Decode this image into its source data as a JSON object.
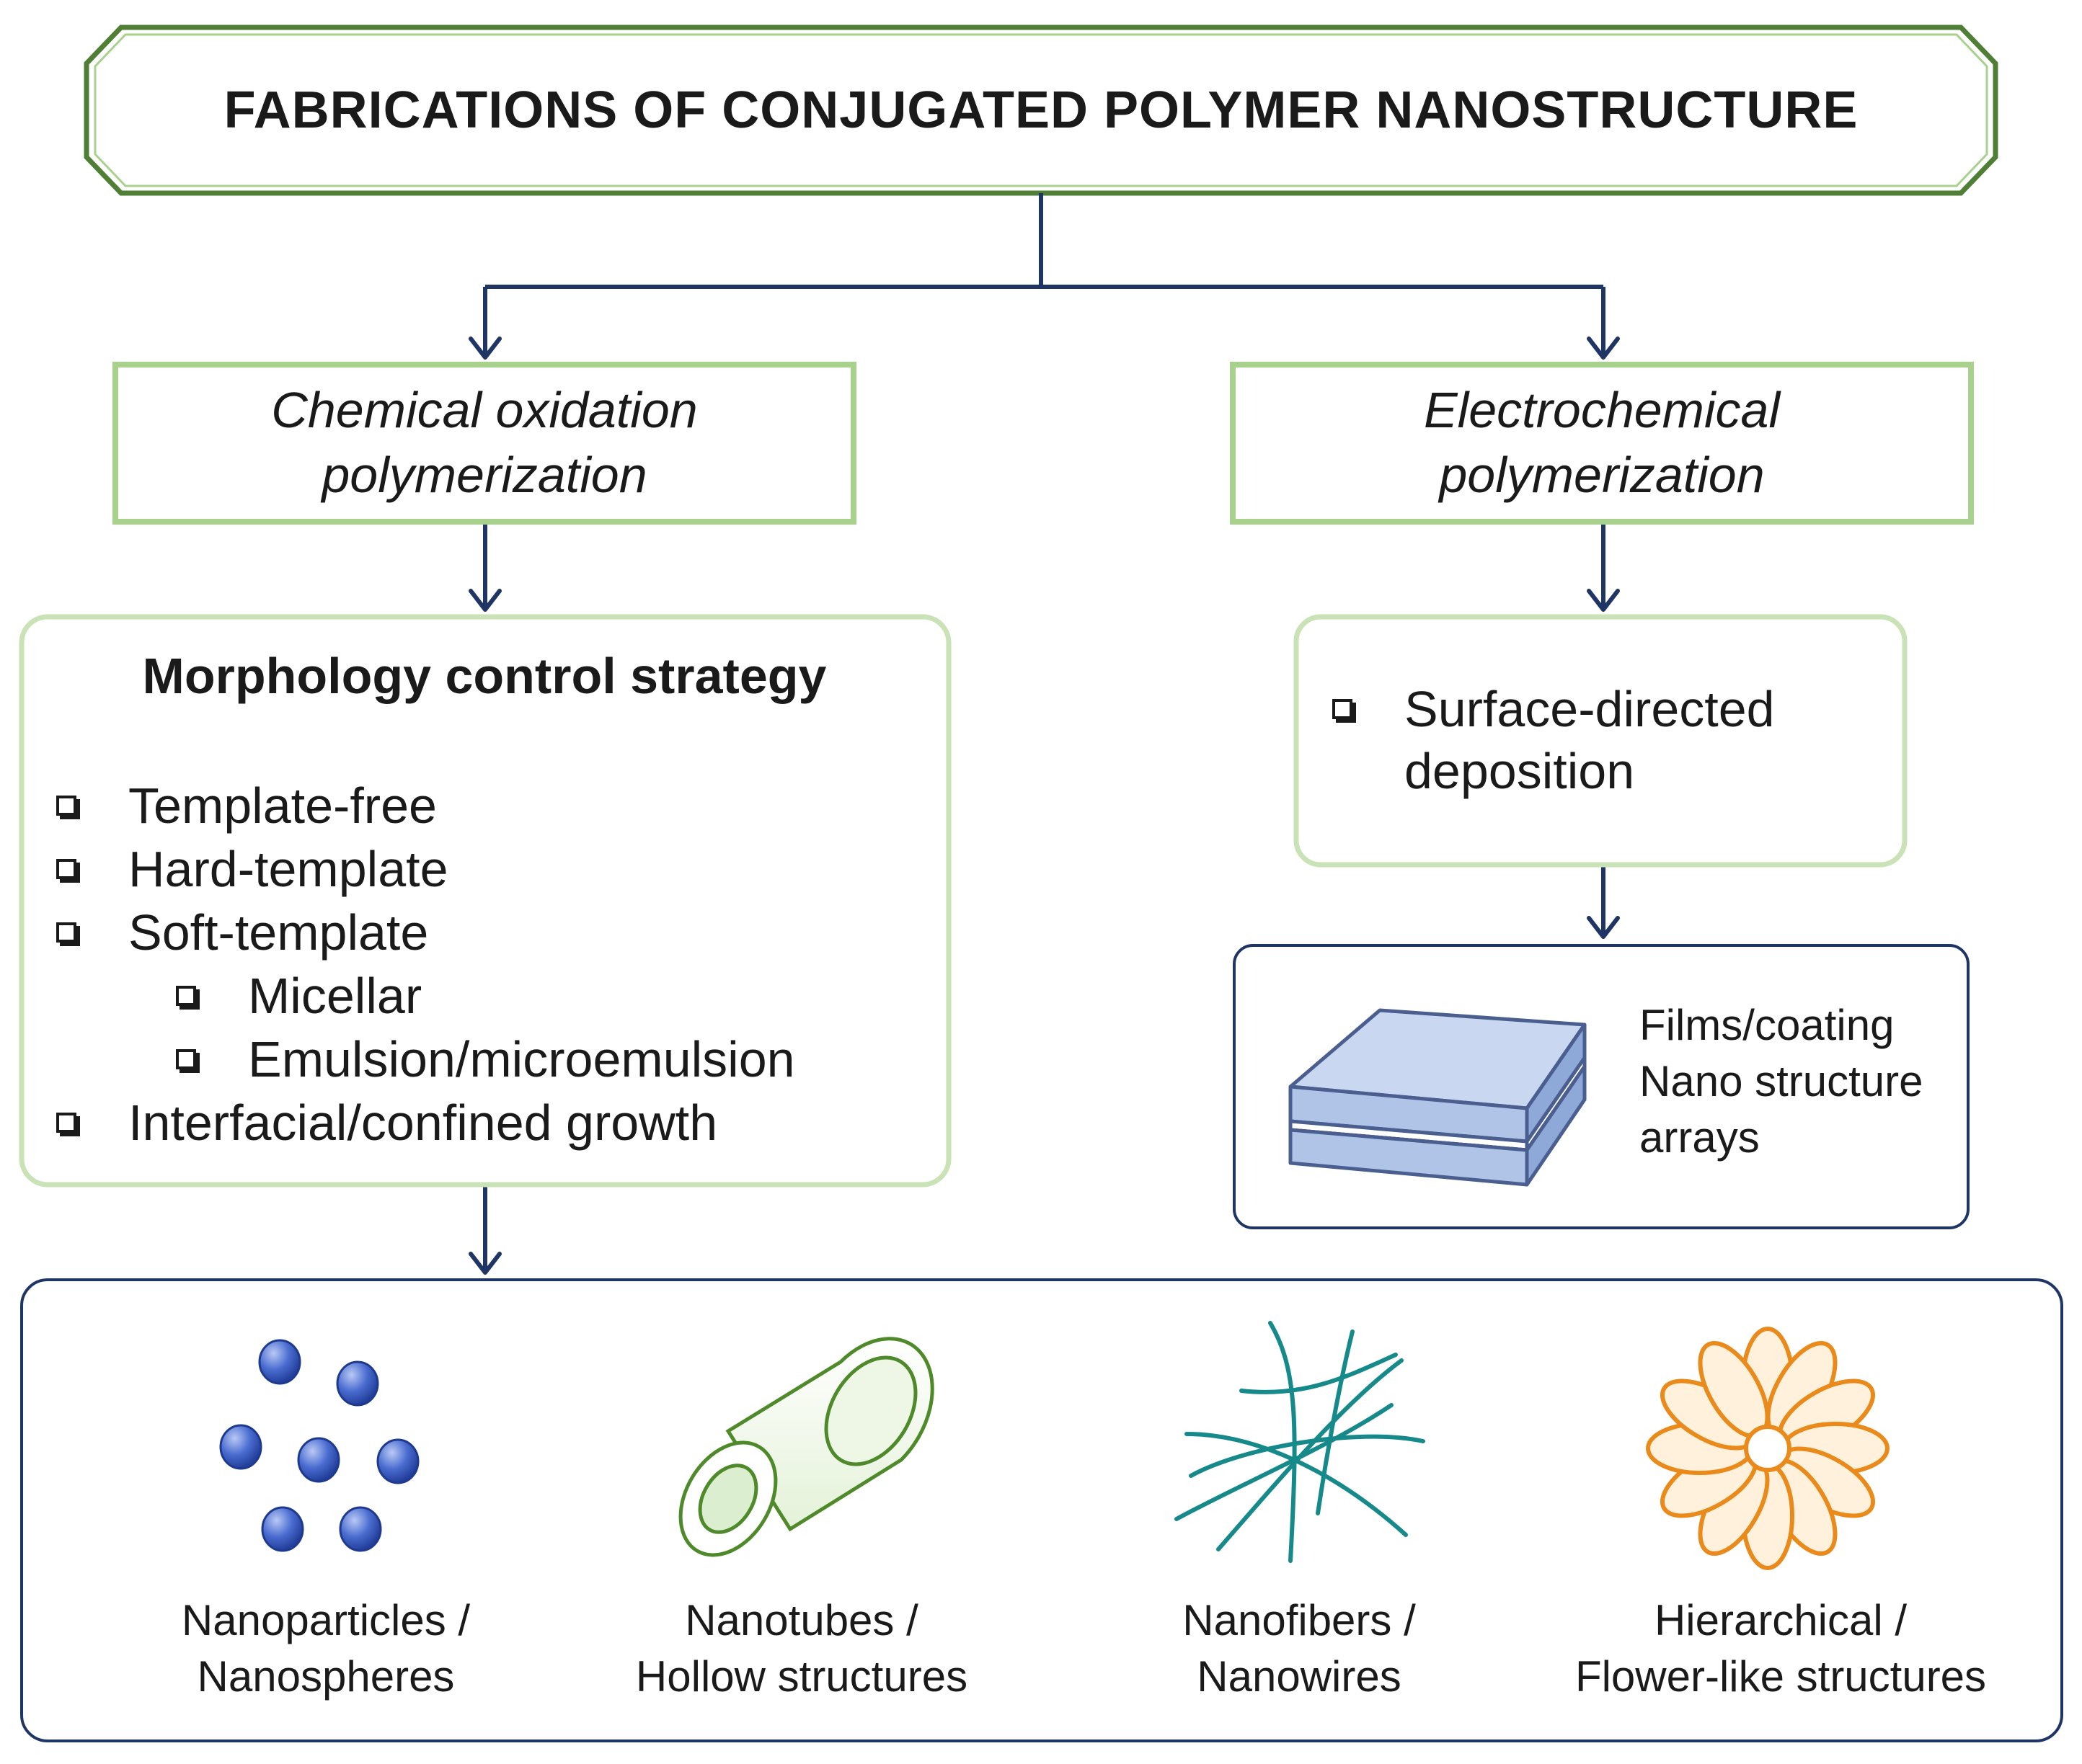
{
  "title": "FABRICATIONS OF CONJUGATED POLYMER NANOSTRUCTURE",
  "methods": {
    "chemical": [
      "Chemical oxidation",
      "polymerization"
    ],
    "electrochemical": [
      "Electrochemical",
      "polymerization"
    ]
  },
  "strategy": {
    "heading": "Morphology control strategy",
    "items": [
      "Template-free",
      "Hard-template",
      "Soft-template"
    ],
    "sub_items": [
      "Micellar",
      "Emulsion/microemulsion"
    ],
    "last_item": "Interfacial/confined growth"
  },
  "surface": [
    "Surface-directed",
    "deposition"
  ],
  "films": [
    "Films/coating",
    "Nano structure",
    "arrays"
  ],
  "products": [
    {
      "line1": "Nanoparticles /",
      "line2": "Nanospheres",
      "icon": "nanoparticles-icon"
    },
    {
      "line1": "Nanotubes /",
      "line2": "Hollow structures",
      "icon": "nanotube-icon"
    },
    {
      "line1": "Nanofibers /",
      "line2": "Nanowires",
      "icon": "nanofibers-icon"
    },
    {
      "line1": "Hierarchical /",
      "line2": "Flower-like structures",
      "icon": "flower-icon"
    }
  ],
  "colors": {
    "title_border": "#4e7f35",
    "box_green": "#a9d18e",
    "box_green_light": "#c9e2b6",
    "navy": "#1f3566",
    "particle_blue": "#3f62c7",
    "tube_green": "#4f8a2a",
    "fiber_teal": "#168a8a",
    "flower_orange": "#e98a1a",
    "film_blue": "#9fb6e0"
  }
}
